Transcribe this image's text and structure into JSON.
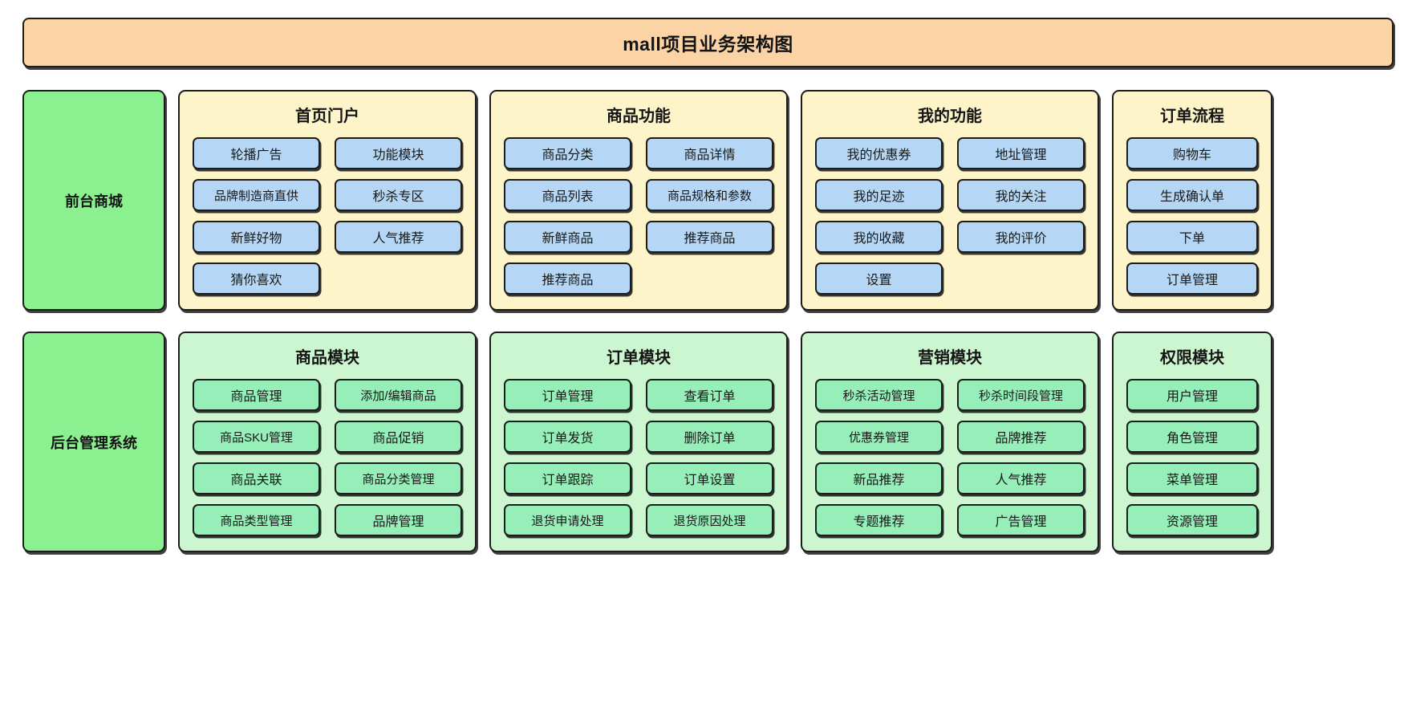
{
  "banner": {
    "title": "mall项目业务架构图",
    "color": "#fbd3a5"
  },
  "tiers": [
    {
      "label": "前台商城",
      "color": "#8bf08f"
    },
    {
      "label": "后台管理系统",
      "color": "#8bf08f"
    }
  ],
  "front": {
    "groups": [
      {
        "title": "首页门户",
        "items": [
          "轮播广告",
          "功能模块",
          "品牌制造商直供",
          "秒杀专区",
          "新鲜好物",
          "人气推荐",
          "猜你喜欢"
        ]
      },
      {
        "title": "商品功能",
        "items": [
          "商品分类",
          "商品详情",
          "商品列表",
          "商品规格和参数",
          "新鲜商品",
          "推荐商品",
          "推荐商品"
        ]
      },
      {
        "title": "我的功能",
        "items": [
          "我的优惠券",
          "地址管理",
          "我的足迹",
          "我的关注",
          "我的收藏",
          "我的评价",
          "设置"
        ]
      },
      {
        "title": "订单流程",
        "items": [
          "购物车",
          "生成确认单",
          "下单",
          "订单管理"
        ]
      }
    ]
  },
  "admin": {
    "groups": [
      {
        "title": "商品模块",
        "items": [
          "商品管理",
          "添加/编辑商品",
          "商品SKU管理",
          "商品促销",
          "商品关联",
          "商品分类管理",
          "商品类型管理",
          "品牌管理"
        ]
      },
      {
        "title": "订单模块",
        "items": [
          "订单管理",
          "查看订单",
          "订单发货",
          "删除订单",
          "订单跟踪",
          "订单设置",
          "退货申请处理",
          "退货原因处理"
        ]
      },
      {
        "title": "营销模块",
        "items": [
          "秒杀活动管理",
          "秒杀时间段管理",
          "优惠券管理",
          "品牌推荐",
          "新品推荐",
          "人气推荐",
          "专题推荐",
          "广告管理"
        ]
      },
      {
        "title": "权限模块",
        "items": [
          "用户管理",
          "角色管理",
          "菜单管理",
          "资源管理"
        ]
      }
    ]
  },
  "palette": {
    "banner_fill": "#fbd3a5",
    "tier_fill": "#8bf08f",
    "front_group_fill": "#fdf5c9",
    "admin_group_fill": "#ccf6cf",
    "front_leaf_fill": "#b5d7f5",
    "admin_leaf_fill": "#96eeb9",
    "stroke": "#1d1d1d"
  }
}
